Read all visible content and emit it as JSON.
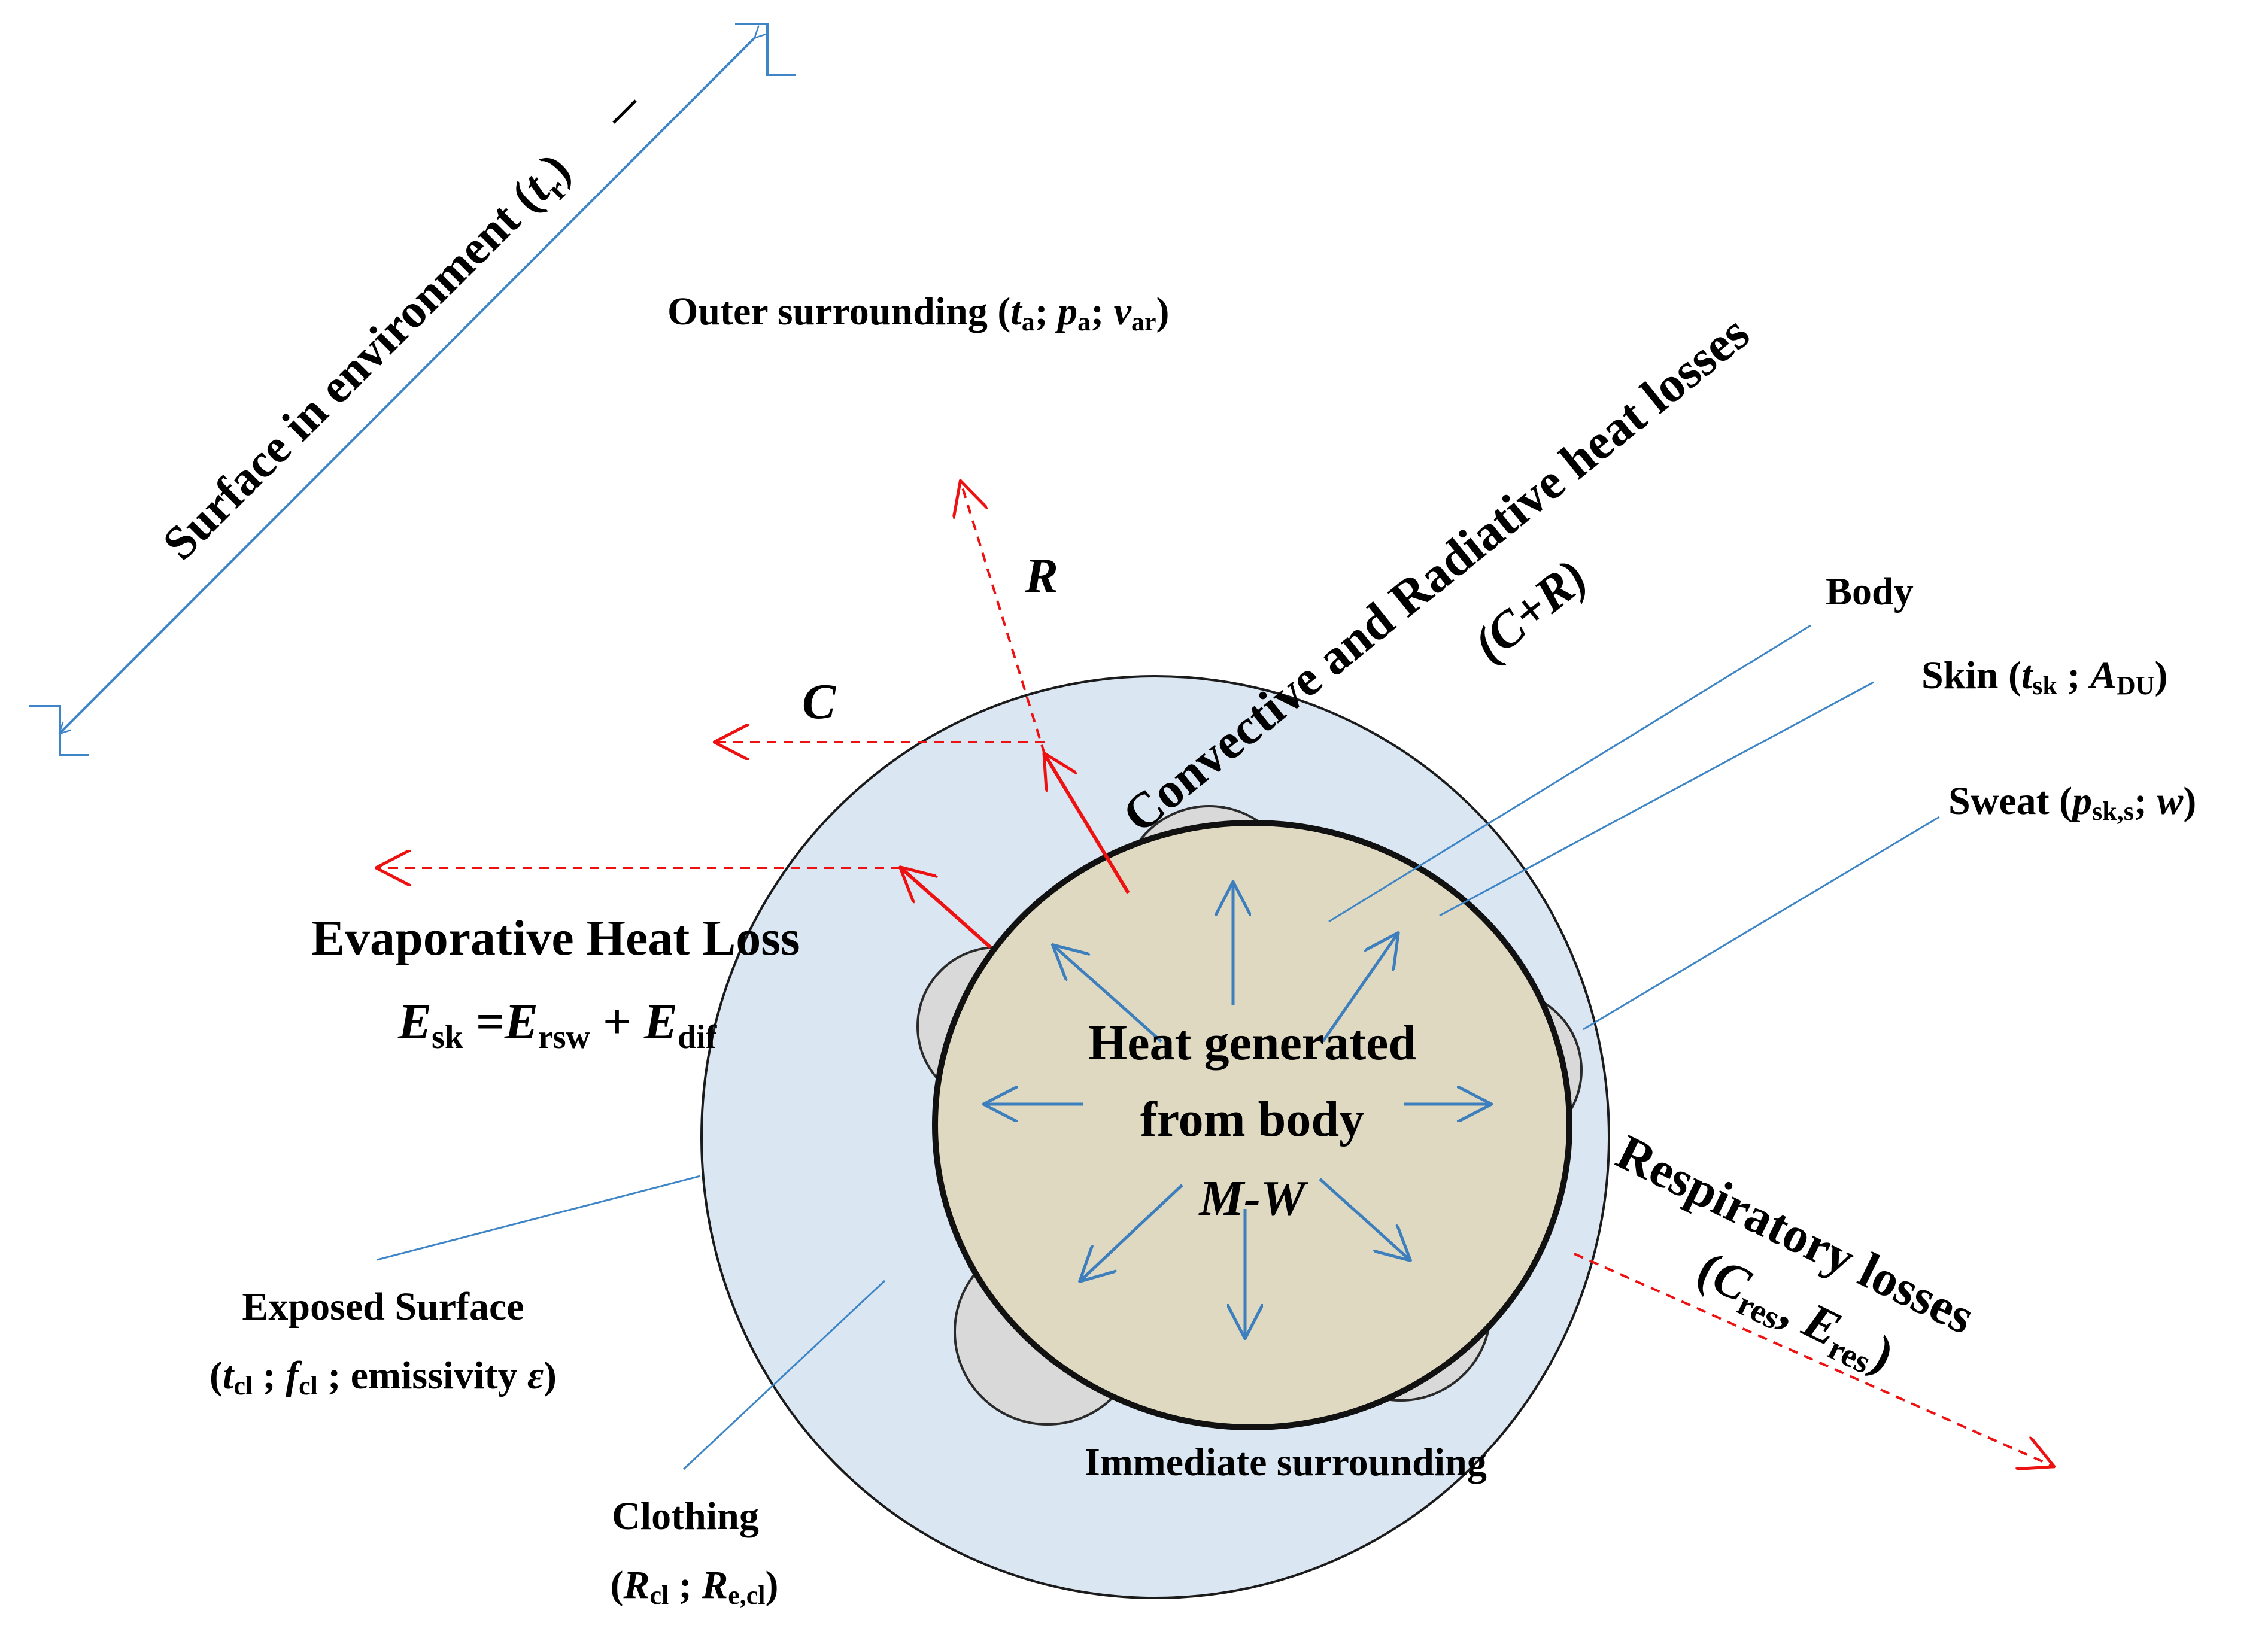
{
  "colors": {
    "clothing_fill": "#dae6f2",
    "clothing_stroke": "#1b1b1b",
    "sweat_fill": "#d9d9d9",
    "body_fill": "#e0d9c2",
    "leader_line": "#3d85c6",
    "heat_arrow": "#3d7fbd",
    "loss_arrow": "#ee1111"
  },
  "surface_label": {
    "prefix": "Surface in environment (",
    "var": "t",
    "sub": "r",
    "suffix": ")"
  },
  "outer_surrounding": {
    "prefix": "Outer surrounding (",
    "v1": "t",
    "s1": "a",
    "sep1": "; ",
    "v2": "p",
    "s2": "a",
    "sep2": "; ",
    "v3": "v",
    "s3": "ar",
    "suffix": ")"
  },
  "conv_rad": {
    "line1": "Convective and Radiative heat losses",
    "line2": "(C+R)"
  },
  "arrow_labels": {
    "r": "R",
    "c": "C"
  },
  "body_label": "Body",
  "skin_label": {
    "prefix": "Skin (",
    "v1": "t",
    "s1": "sk",
    "sep": " ; ",
    "v2": "A",
    "s2": "DU",
    "suffix": ")"
  },
  "sweat_label": {
    "prefix": "Sweat (",
    "v1": "p",
    "s1": "sk,s",
    "sep": "; ",
    "v2": "w",
    "suffix": ")"
  },
  "evap": {
    "title": "Evaporative Heat Loss",
    "e": "E",
    "sk": "sk",
    "eq": " =",
    "rsw": "rsw",
    "plus": " + ",
    "dif": "dif"
  },
  "heat": {
    "line1": "Heat generated",
    "line2": "from body",
    "line3": "M-W"
  },
  "respiratory": {
    "line1": "Respiratory losses",
    "open": "(",
    "c": "C",
    "cres": "res",
    "comma": ", ",
    "e": "E",
    "eres": "res",
    "close": ")"
  },
  "exposed": {
    "line1": "Exposed Surface",
    "open": "(",
    "v1": "t",
    "s1": "cl",
    "sep1": " ; ",
    "v2": "f",
    "s2": "cl",
    "sep2": " ; emissivity ",
    "eps": "ε",
    "close": ")"
  },
  "clothing": {
    "line1": "Clothing",
    "open": "(",
    "v1": "R",
    "s1": "cl",
    "sep": " ; ",
    "v2": "R",
    "s2": "e,cl",
    "close": ")"
  },
  "immediate": "Immediate surrounding"
}
